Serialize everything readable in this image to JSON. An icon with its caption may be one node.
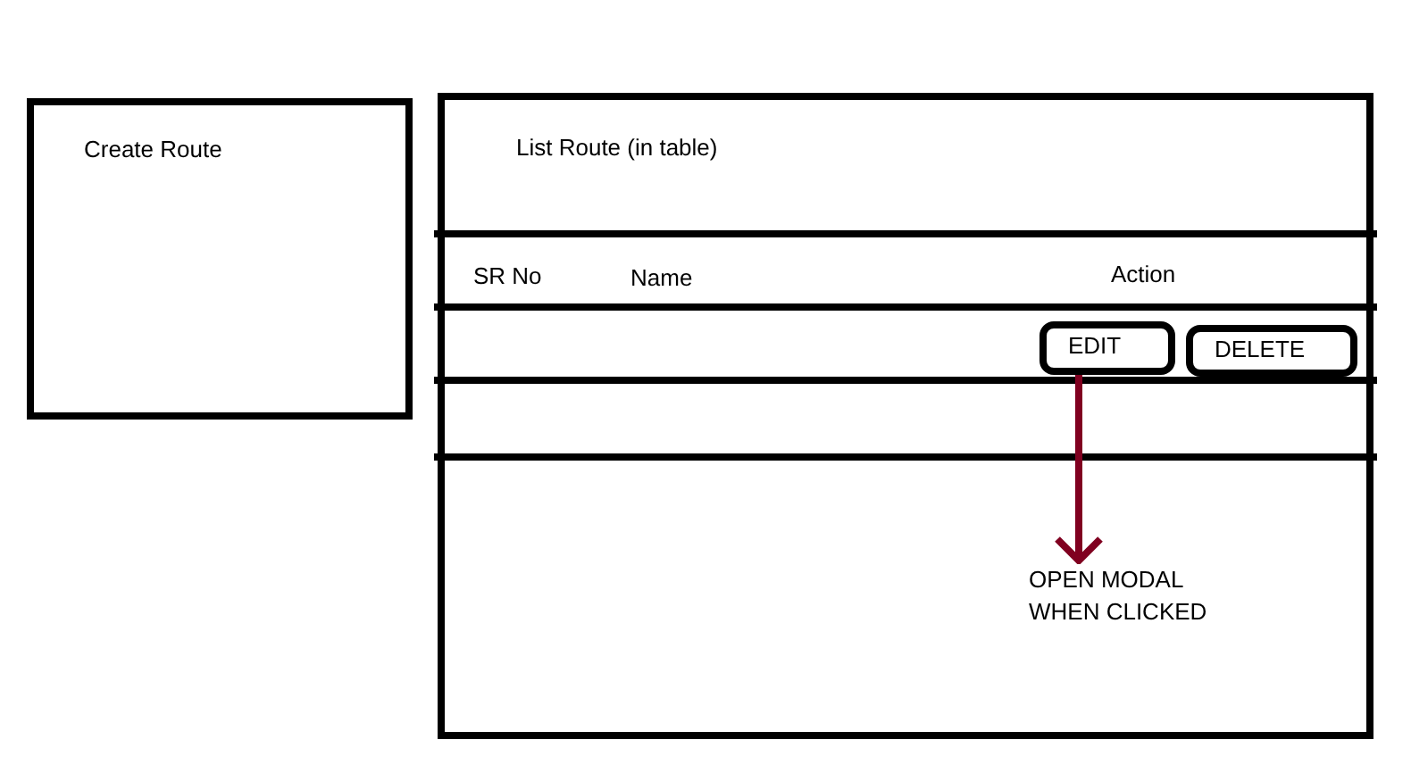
{
  "diagram": {
    "nodes": [
      {
        "text": [
          "Create Route"
        ]
      },
      {
        "text": [
          "List Route (in table)"
        ]
      },
      {
        "text": [
          "EDIT"
        ],
        "in": 1
      },
      {
        "text": [
          "DELETE"
        ],
        "in": 1
      },
      {
        "text": [
          "OPEN MODAL WHEN CLICKED"
        ],
        "in": 1
      }
    ],
    "edges": [
      {
        "from": 2,
        "to": 4,
        "arrow": "to",
        "color": "#800020"
      }
    ],
    "labels": [
      "SR No",
      "Name",
      "Action"
    ]
  }
}
